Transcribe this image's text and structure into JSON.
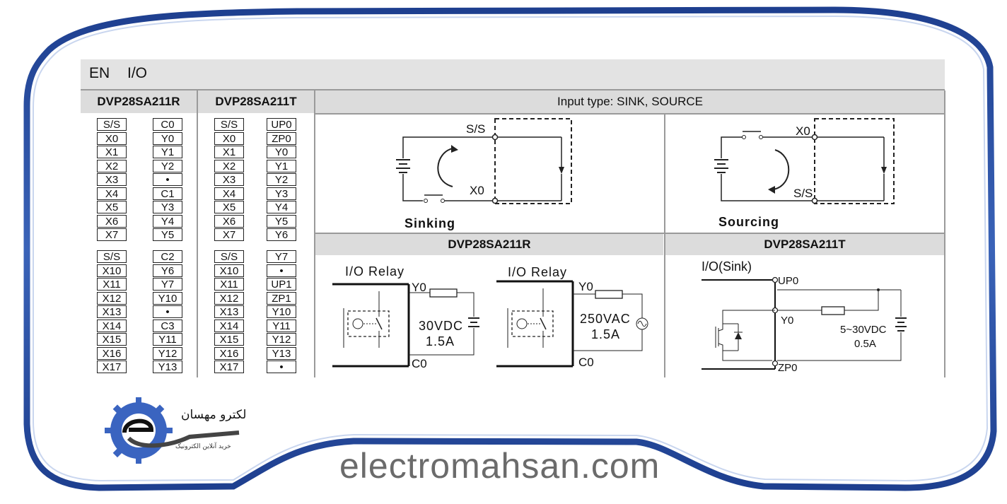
{
  "header": {
    "lang": "EN",
    "title": "I/O"
  },
  "columns": {
    "model_r": "DVP28SA211R",
    "model_t": "DVP28SA211T",
    "input_type": "Input type: SINK, SOURCE"
  },
  "terminals": {
    "r_in": [
      "S/S",
      "X0",
      "X1",
      "X2",
      "X3",
      "X4",
      "X5",
      "X6",
      "X7",
      "S/S",
      "X10",
      "X11",
      "X12",
      "X13",
      "X14",
      "X15",
      "X16",
      "X17"
    ],
    "r_out": [
      "C0",
      "Y0",
      "Y1",
      "Y2",
      "•",
      "C1",
      "Y3",
      "Y4",
      "Y5",
      "C2",
      "Y6",
      "Y7",
      "Y10",
      "•",
      "C3",
      "Y11",
      "Y12",
      "Y13"
    ],
    "t_in": [
      "S/S",
      "X0",
      "X1",
      "X2",
      "X3",
      "X4",
      "X5",
      "X6",
      "X7",
      "S/S",
      "X10",
      "X11",
      "X12",
      "X13",
      "X14",
      "X15",
      "X16",
      "X17"
    ],
    "t_out": [
      "UP0",
      "ZP0",
      "Y0",
      "Y1",
      "Y2",
      "Y3",
      "Y4",
      "Y5",
      "Y6",
      "Y7",
      "•",
      "UP1",
      "ZP1",
      "Y10",
      "Y11",
      "Y12",
      "Y13",
      "•"
    ]
  },
  "sinking": {
    "title": "Sinking",
    "ss": "S/S",
    "x0": "X0"
  },
  "sourcing": {
    "title": "Sourcing",
    "x0": "X0",
    "ss": "S/S"
  },
  "relay_section": {
    "title": "DVP28SA211R",
    "dc": {
      "label": "I/O Relay",
      "out": "Y0",
      "com": "C0",
      "voltage": "30VDC",
      "current": "1.5A"
    },
    "ac": {
      "label": "I/O Relay",
      "out": "Y0",
      "com": "C0",
      "voltage": "250VAC",
      "current": "1.5A"
    }
  },
  "transistor_section": {
    "title": "DVP28SA211T",
    "label": "I/O(Sink)",
    "up": "UP0",
    "out": "Y0",
    "zp": "ZP0",
    "voltage": "5~30VDC",
    "current": "0.5A"
  },
  "footer": {
    "site": "electromahsan.com",
    "logo_text": "الکترو مهسان",
    "logo_sub": "خرید آنلاین الکترونیک"
  },
  "colors": {
    "frame_blue": "#2a4f9e",
    "header_gray": "#e3e3e3",
    "text": "#111111"
  }
}
